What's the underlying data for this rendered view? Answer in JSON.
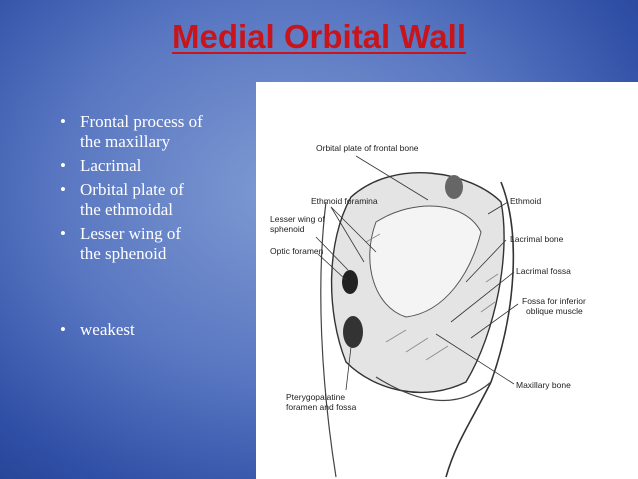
{
  "slide": {
    "title": "Medial Orbital Wall",
    "bullets": [
      {
        "line1": "Frontal process of",
        "line2": "the maxillary"
      },
      {
        "line1": "Lacrimal",
        "line2": ""
      },
      {
        "line1": "Orbital plate of",
        "line2": "the ethmoidal"
      },
      {
        "line1": "Lesser wing of",
        "line2": "the sphenoid"
      },
      {
        "line1": "weakest",
        "line2": ""
      }
    ]
  },
  "figure": {
    "labels": {
      "orbital_plate": "Orbital plate of frontal bone",
      "ethmoid_foramina": "Ethmoid foramina",
      "lesser_wing_1": "Lesser wing of",
      "lesser_wing_2": "sphenoid",
      "optic_foramen": "Optic foramen",
      "ethmoid": "Ethmoid",
      "lacrimal_bone": "Lacrimal bone",
      "lacrimal_fossa": "Lacrimal fossa",
      "fossa_inferior_1": "Fossa for inferior",
      "fossa_inferior_2": "oblique muscle",
      "maxillary_bone": "Maxillary bone",
      "pterygopalatine_1": "Pterygopalatine",
      "pterygopalatine_2": "foramen and fossa"
    }
  }
}
